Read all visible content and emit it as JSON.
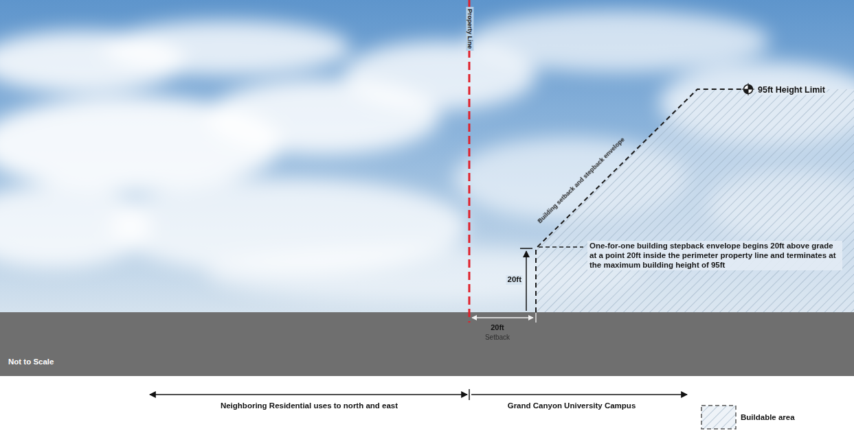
{
  "diagram": {
    "labels": [
      "Property Line",
      "95ft Height Limit",
      "Building setback and stepback envelope",
      "One-for-one building stepback envelope begins 20ft above grade at a point 20ft inside the perimeter property line and terminates at the maximum building height of 95ft",
      "20ft",
      "20ft",
      "Setback",
      "Not to Scale",
      "Neighboring Residential uses to north and east",
      "Grand Canyon University Campus"
    ],
    "legend": [
      {
        "text": "Buildable area"
      }
    ]
  }
}
